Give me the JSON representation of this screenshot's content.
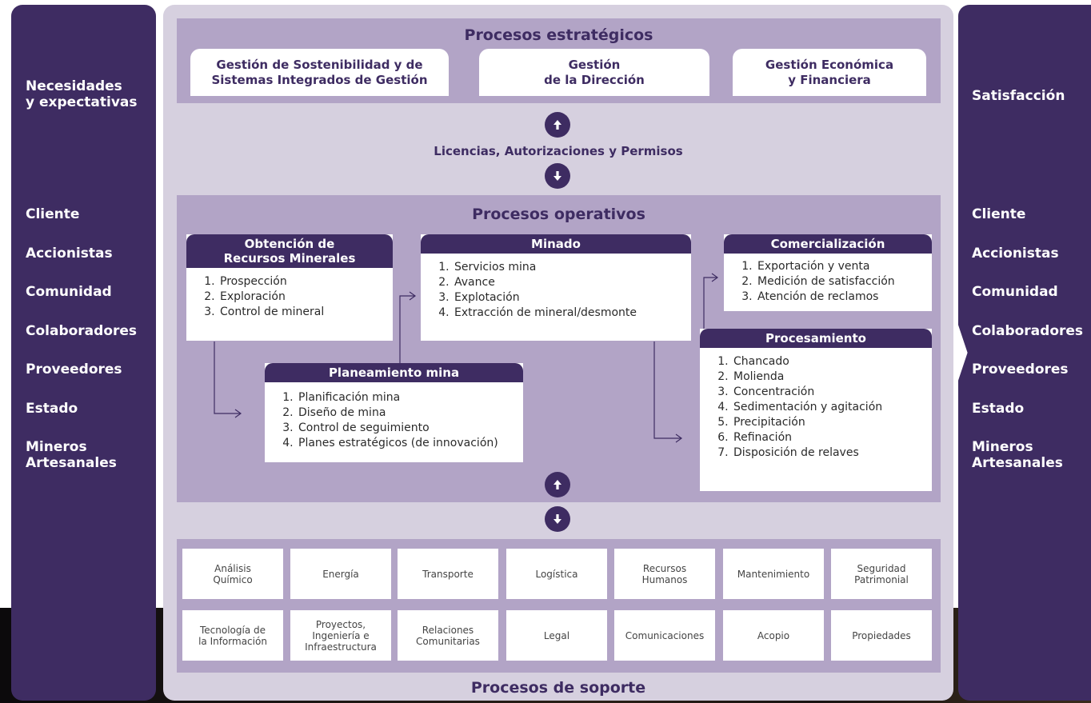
{
  "left_panel": {
    "header": "Necesidades\ny expectativas",
    "stakeholders": [
      "Cliente",
      "Accionistas",
      "Comunidad",
      "Colaboradores",
      "Proveedores",
      "Estado",
      "Mineros\nArtesanales"
    ]
  },
  "right_panel": {
    "header": "Satisfacción",
    "stakeholders": [
      "Cliente",
      "Accionistas",
      "Comunidad",
      "Colaboradores",
      "Proveedores",
      "Estado",
      "Mineros\nArtesanales"
    ]
  },
  "strategic": {
    "title": "Procesos estratégicos",
    "boxes": [
      "Gestión de Sostenibilidad y de\nSistemas Integrados de Gestión",
      "Gestión\nde la Dirección",
      "Gestión Económica\ny Financiera"
    ]
  },
  "licences_label": "Licencias, Autorizaciones y Permisos",
  "operative": {
    "title": "Procesos operativos",
    "obtencion": {
      "title": "Obtención de\nRecursos Minerales",
      "items": [
        "Prospección",
        "Exploración",
        "Control de mineral"
      ]
    },
    "minado": {
      "title": "Minado",
      "items": [
        "Servicios mina",
        "Avance",
        "Explotación",
        "Extracción de mineral/desmonte"
      ]
    },
    "comercializacion": {
      "title": "Comercialización",
      "items": [
        "Exportación y venta",
        "Medición de satisfacción",
        "Atención de reclamos"
      ]
    },
    "planeamiento": {
      "title": "Planeamiento mina",
      "items": [
        "Planificación mina",
        "Diseño de mina",
        "Control de seguimiento",
        "Planes estratégicos (de innovación)"
      ]
    },
    "procesamiento": {
      "title": "Procesamiento",
      "items": [
        "Chancado",
        "Molienda",
        "Concentración",
        "Sedimentación y agitación",
        "Precipitación",
        "Refinación",
        "Disposición de relaves"
      ]
    }
  },
  "support": {
    "title": "Procesos de soporte",
    "row1": [
      "Análisis\nQuímico",
      "Energía",
      "Transporte",
      "Logística",
      "Recursos\nHumanos",
      "Mantenimiento",
      "Seguridad\nPatrimonial"
    ],
    "row2": [
      "Tecnología de\nla Información",
      "Proyectos,\nIngeniería e\nInfraestructura",
      "Relaciones\nComunitarias",
      "Legal",
      "Comunicaciones",
      "Acopio",
      "Propiedades"
    ]
  },
  "colors": {
    "dark_purple": "#3e2c62",
    "band_purple": "#b2a4c6",
    "light_lavender": "#d6d0df"
  },
  "icons": [
    "arrow-up-icon",
    "arrow-down-icon"
  ]
}
